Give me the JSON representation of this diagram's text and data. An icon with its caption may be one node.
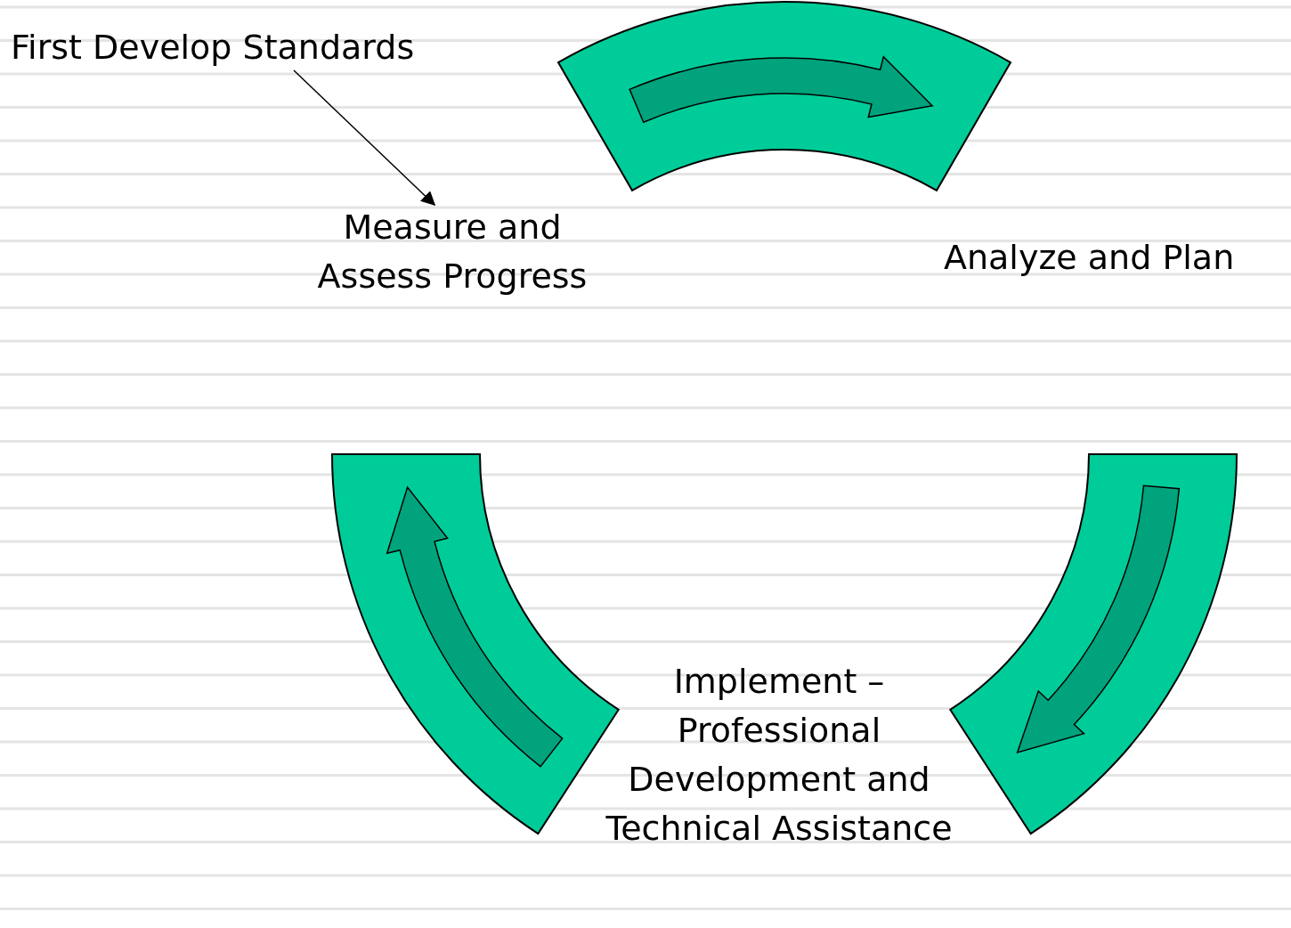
{
  "diagram": {
    "nodes": [
      {
        "text": [
          "First Develop Standards"
        ]
      },
      {
        "text": [
          "Measure and Assess Progress"
        ]
      },
      {
        "text": [
          "Analyze and Plan"
        ]
      },
      {
        "text": [
          "Implement – Professional Development and Technical Assistance"
        ]
      }
    ],
    "edges": [
      {
        "from": 0,
        "to": 1,
        "arrow": "to"
      }
    ]
  }
}
